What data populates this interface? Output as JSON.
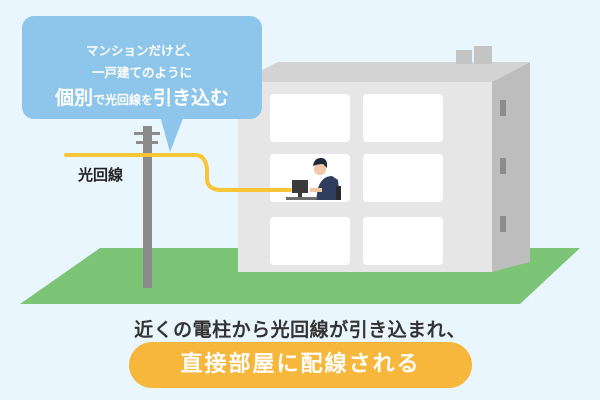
{
  "bubble": {
    "line1": "マンションだけど、",
    "line2": "一戸建てのように",
    "line3_part1": "個別",
    "line3_part2": "で",
    "line3_part3": "光回線",
    "line3_part4": "を",
    "line3_part5": "引き込む"
  },
  "fiber_label": "光回線",
  "caption": {
    "line1": "近くの電柱から光回線が引き込まれ、",
    "highlight": "直接部屋に配線される"
  },
  "colors": {
    "background": "#e9f6fd",
    "bubble": "#8ec5ea",
    "fiber": "#f7c535",
    "grass": "#7cc476",
    "building_front": "#e6e6e6",
    "building_side": "#bdbdbd",
    "highlight_pill": "#f6b73c"
  }
}
